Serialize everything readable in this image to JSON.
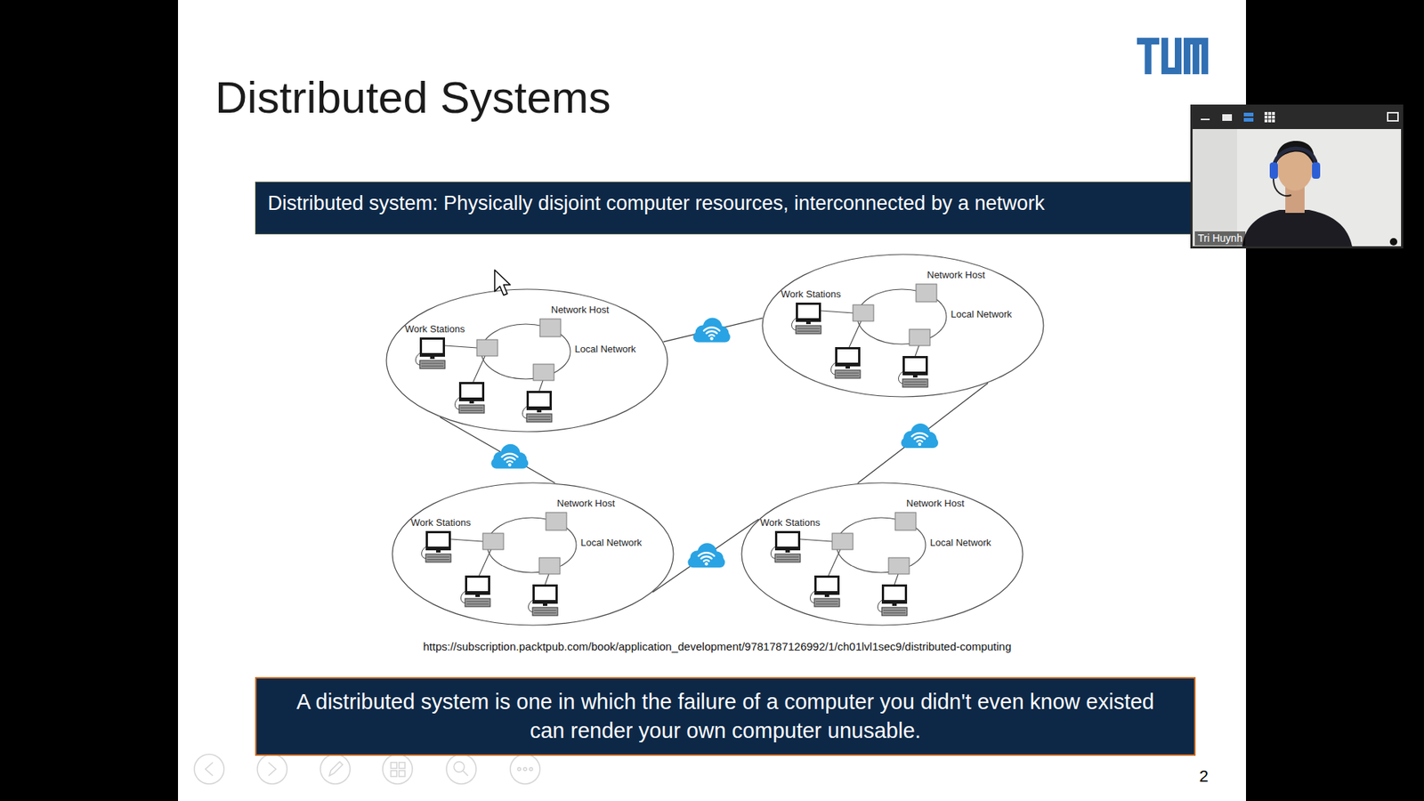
{
  "diagram": {
    "title": "Distributed Systems",
    "caption": "https://subscription.packtpub.com/book/application_development/9781787126992/1/ch01lvl1sec9/distributed-computing",
    "nodes": [
      {
        "text": [
          "Distributed system: Physically disjoint computer resources, interconnected by a network"
        ]
      },
      {
        "text": [
          "Work Stations",
          "Network Host",
          "Local Network"
        ]
      },
      {
        "text": [
          "Work Stations",
          "Network Host",
          "Local Network"
        ]
      },
      {
        "text": [
          "Work Stations",
          "Network Host",
          "Local Network"
        ]
      },
      {
        "text": [
          "Work Stations",
          "Network Host",
          "Local Network"
        ]
      },
      {
        "text": [
          "A distributed system is one in which the failure of a computer you didn't even know existed can render your own computer unusable."
        ]
      }
    ],
    "edges": [
      {
        "from": 1,
        "to": 2,
        "arrow": "none"
      },
      {
        "from": 1,
        "to": 3,
        "arrow": "none"
      },
      {
        "from": 2,
        "to": 4,
        "arrow": "none"
      },
      {
        "from": 3,
        "to": 4,
        "arrow": "none"
      }
    ],
    "labels": [
      "Tri Huynh",
      "2"
    ]
  }
}
